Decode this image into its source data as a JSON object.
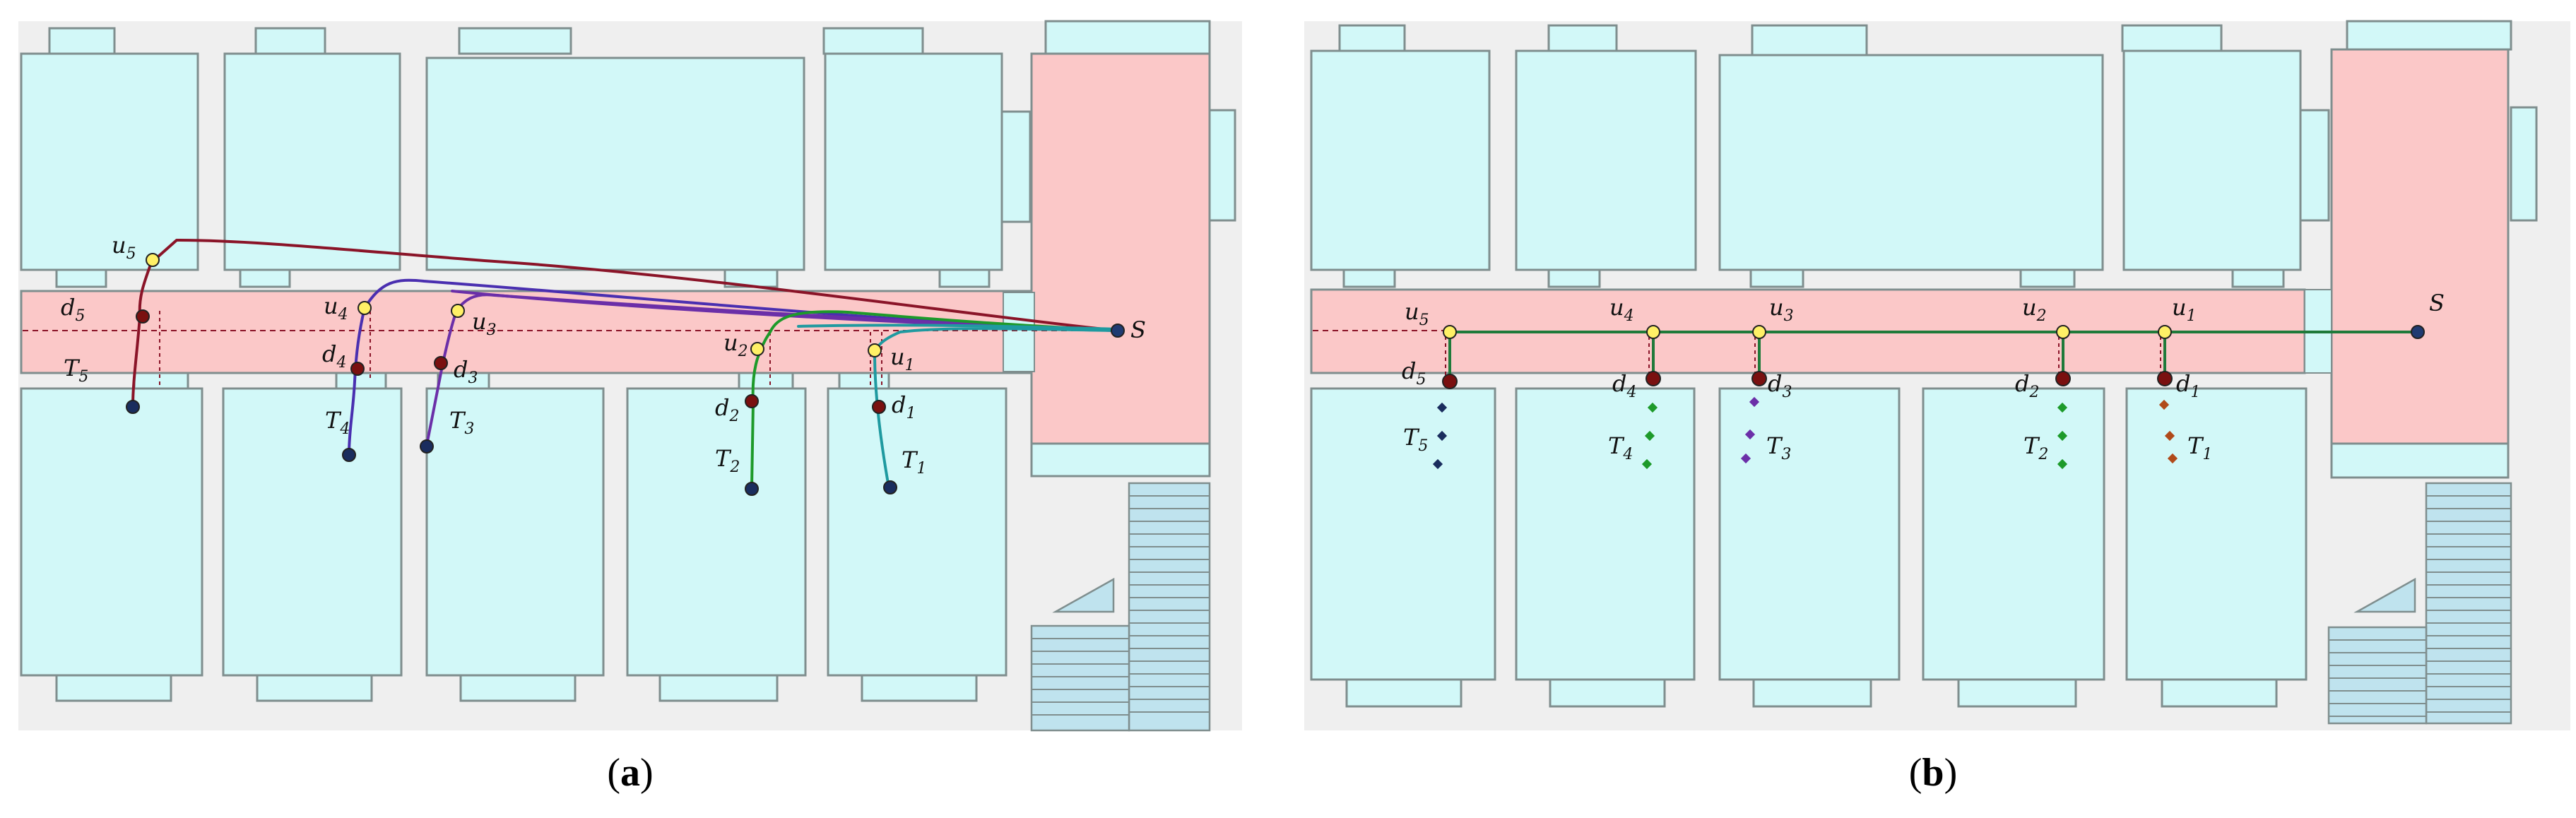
{
  "colors": {
    "panel_bg": "#efefef",
    "room": "#d2f8f8",
    "room_stroke": "#7f8e8e",
    "corridor": "#fbc8c8",
    "stairs": "#bfe3ee",
    "waypoint": "#fff066",
    "dest_point": "#7a1010",
    "target_point": "#1a2d5e",
    "source_point": "#1f3b72",
    "path_T1": "#1f9aa0",
    "path_T2": "#1d9a2a",
    "path_T3": "#6b2fa8",
    "path_T4": "#4a2fb0",
    "path_T5": "#8a1428",
    "network": "#1f7a3a"
  },
  "panels": [
    {
      "id": "a",
      "caption_open": "(",
      "caption_letter": "a",
      "caption_close": ")",
      "source_label": "S",
      "targets": [
        {
          "u": "u",
          "u_sub": "1",
          "d": "d",
          "d_sub": "1",
          "t": "T",
          "t_sub": "1"
        },
        {
          "u": "u",
          "u_sub": "2",
          "d": "d",
          "d_sub": "2",
          "t": "T",
          "t_sub": "2"
        },
        {
          "u": "u",
          "u_sub": "3",
          "d": "d",
          "d_sub": "3",
          "t": "T",
          "t_sub": "3"
        },
        {
          "u": "u",
          "u_sub": "4",
          "d": "d",
          "d_sub": "4",
          "t": "T",
          "t_sub": "4"
        },
        {
          "u": "u",
          "u_sub": "5",
          "d": "d",
          "d_sub": "5",
          "t": "T",
          "t_sub": "5"
        }
      ]
    },
    {
      "id": "b",
      "caption_open": "(",
      "caption_letter": "b",
      "caption_close": ")",
      "source_label": "S",
      "targets": [
        {
          "u": "u",
          "u_sub": "1",
          "d": "d",
          "d_sub": "1",
          "t": "T",
          "t_sub": "1"
        },
        {
          "u": "u",
          "u_sub": "2",
          "d": "d",
          "d_sub": "2",
          "t": "T",
          "t_sub": "2"
        },
        {
          "u": "u",
          "u_sub": "3",
          "d": "d",
          "d_sub": "3",
          "t": "T",
          "t_sub": "3"
        },
        {
          "u": "u",
          "u_sub": "4",
          "d": "d",
          "d_sub": "4",
          "t": "T",
          "t_sub": "4"
        },
        {
          "u": "u",
          "u_sub": "5",
          "d": "d",
          "d_sub": "5",
          "t": "T",
          "t_sub": "5"
        }
      ]
    }
  ]
}
